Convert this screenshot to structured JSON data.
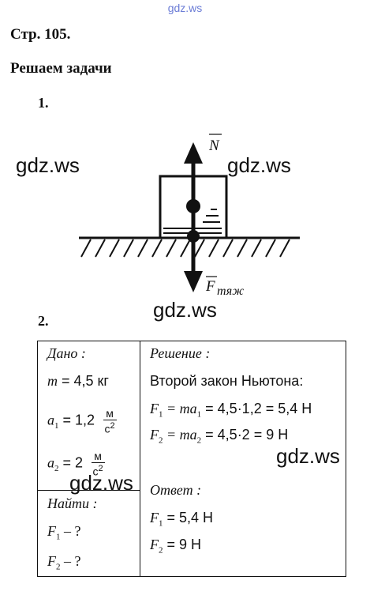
{
  "watermark_top": "gdz.ws",
  "watermark": "gdz.ws",
  "page_header": "Стр. 105.",
  "section_title": "Решаем задачи",
  "task1_number": "1.",
  "task2_number": "2.",
  "figure": {
    "normal_force_label": "N",
    "gravity_label": "F",
    "gravity_subscript": "тяж"
  },
  "given": {
    "heading": "Дано :",
    "m": {
      "symbol": "m",
      "eq": " = 4,5 кг"
    },
    "a1": {
      "symbol": "a",
      "sub": "1",
      "eq": " = 1,2",
      "unit_top": "м",
      "unit_bottom": "с",
      "unit_exp": "2"
    },
    "a2": {
      "symbol": "a",
      "sub": "2",
      "eq": " = 2",
      "unit_top": "м",
      "unit_bottom": "с",
      "unit_exp": "2"
    }
  },
  "find": {
    "heading": "Найти :",
    "f1": {
      "symbol": "F",
      "sub": "1",
      "rest": " – ?"
    },
    "f2": {
      "symbol": "F",
      "sub": "2",
      "rest": " – ?"
    }
  },
  "solution": {
    "heading": "Решение :",
    "law": "Второй закон Ньютона:",
    "line1": {
      "lhs": "F",
      "lhs_sub": "1",
      "mid": " = ma",
      "mid_sub": "1",
      "rhs": " = 4,5·1,2 = 5,4 Н"
    },
    "line2": {
      "lhs": "F",
      "lhs_sub": "2",
      "mid": " = ma",
      "mid_sub": "2",
      "rhs": " = 4,5·2 = 9 Н"
    }
  },
  "answer": {
    "heading": "Ответ :",
    "line1": {
      "symbol": "F",
      "sub": "1",
      "rest": " = 5,4 Н"
    },
    "line2": {
      "symbol": "F",
      "sub": "2",
      "rest": " = 9 Н"
    }
  }
}
